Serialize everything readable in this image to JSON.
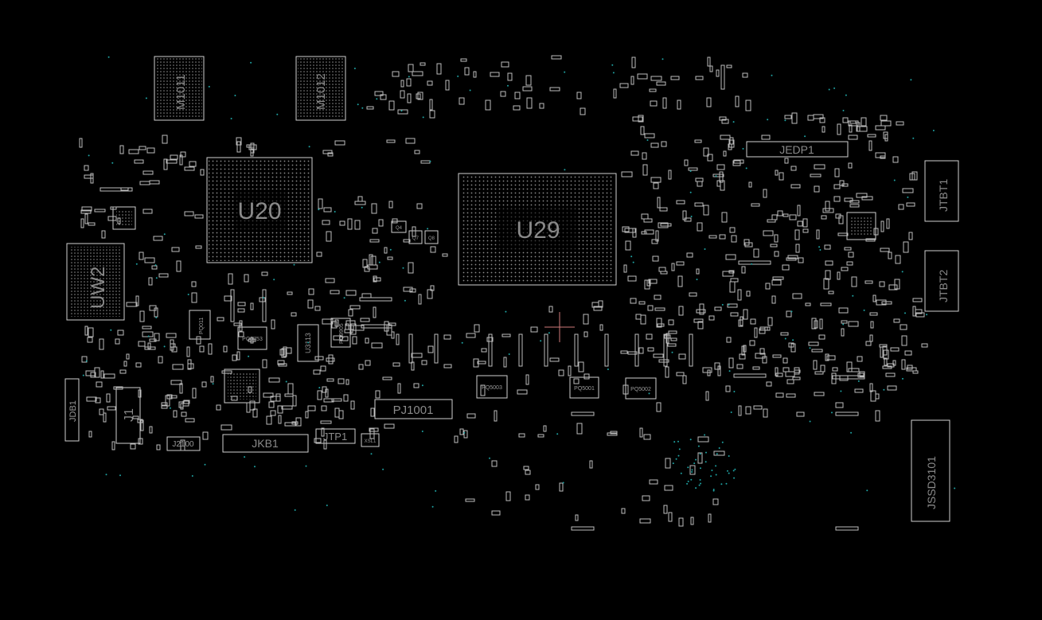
{
  "board": {
    "background": "#000000",
    "outline_color": "#cfcfcf",
    "label_color": "#8a8a8a",
    "via_color": "#1fa3a3",
    "cursor_color": "#d07a7a"
  },
  "labels": {
    "m1011": "M1011",
    "m1012": "M1012",
    "u20": "U20",
    "u29": "U29",
    "uw2": "UW2",
    "jedp1": "JEDP1",
    "jtbt1": "JTBT1",
    "jtbt2": "JTBT2",
    "jdb1": "JDB1",
    "j1": "J1",
    "j2100": "J2100",
    "jkb1": "JKB1",
    "jtp1": "JTP1",
    "pj1001": "PJ1001",
    "jssd3101": "JSSD3101",
    "u3113": "U3113",
    "pq011": "PQ011",
    "pq9753": "PQ9753",
    "pq9905": "PQ9905",
    "pq5003": "PQ5003",
    "pq5001": "PQ5001",
    "pq5002": "PQ5002",
    "xsl1": "XSL1",
    "q7": "Q7",
    "q8": "Q8",
    "q4": "Q4",
    "u1xx": "U1"
  }
}
